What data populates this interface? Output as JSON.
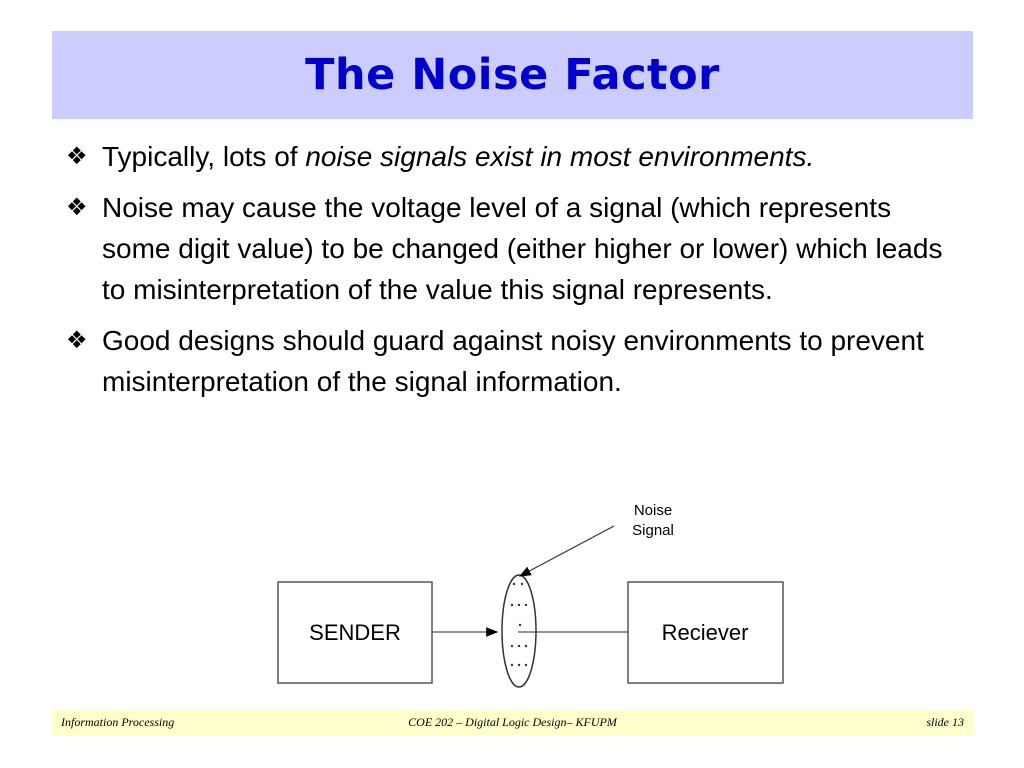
{
  "slide": {
    "title": "The Noise Factor",
    "bullet_icon": "diamond-bullet-icon",
    "bullets": [
      {
        "plain": "Typically, lots of ",
        "italic": "noise signals exist in most environments."
      },
      {
        "plain": "Noise may cause the voltage level of a signal (which represents some digit value) to be changed (either higher or lower) which leads to misinterpretation of the value this signal represents."
      },
      {
        "plain": "Good designs should guard against noisy environments to prevent misinterpretation of the signal information."
      }
    ]
  },
  "diagram": {
    "sender_label": "SENDER",
    "receiver_label": "Reciever",
    "noise_label_line1": "Noise",
    "noise_label_line2": "Signal"
  },
  "footer": {
    "left": "Information Processing",
    "center": "COE 202 – Digital Logic Design– KFUPM",
    "right": "slide 13"
  },
  "colors": {
    "title_background": "#ccccff",
    "title_text": "#0000cc",
    "footer_background": "#ffffcc"
  }
}
